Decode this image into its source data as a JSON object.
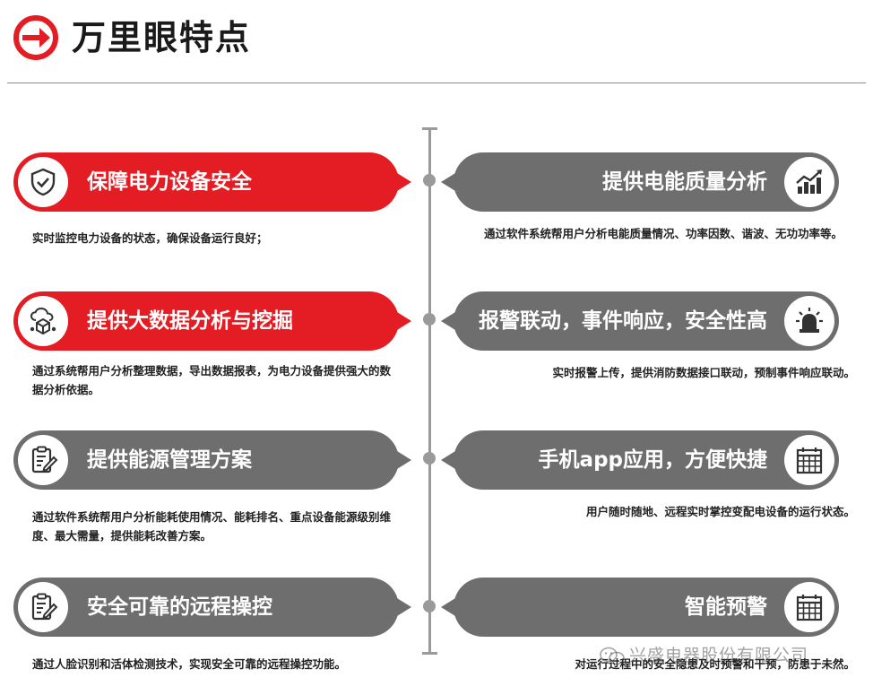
{
  "header": {
    "title": "万里眼特点",
    "icon": "arrow-right-circle-icon",
    "accent_color": "#e31d23"
  },
  "colors": {
    "red": "#e31d23",
    "gray": "#6e6e6e",
    "line": "#9a9a9a"
  },
  "features": {
    "left": [
      {
        "title": "保障电力设备安全",
        "desc": "实时监控电力设备的状态，确保设备运行良好；",
        "icon": "shield-check-icon",
        "color": "red"
      },
      {
        "title": "提供大数据分析与挖掘",
        "desc": "通过系统帮用户分析整理数据，导出数据报表，为电力设备提供强大的数据分析依据。",
        "icon": "cloud-data-icon",
        "color": "red"
      },
      {
        "title": "提供能源管理方案",
        "desc": "通过软件系统帮用户分析能耗使用情况、能耗排名、重点设备能源级别维度、最大需量，提供能耗改善方案。",
        "icon": "clipboard-edit-icon",
        "color": "gray"
      },
      {
        "title": "安全可靠的远程操控",
        "desc": "通过人脸识别和活体检测技术，实现安全可靠的远程操控功能。",
        "icon": "clipboard-edit-icon",
        "color": "gray"
      }
    ],
    "right": [
      {
        "title": "提供电能质量分析",
        "desc": "通过软件系统帮用户分析电能质量情况、功率因数、谐波、无功功率等。",
        "icon": "trend-chart-icon",
        "color": "gray"
      },
      {
        "title": "报警联动，事件响应，安全性高",
        "desc": "实时报警上传，提供消防数据接口联动，预制事件响应联动。",
        "icon": "alarm-light-icon",
        "color": "gray"
      },
      {
        "title": "手机app应用，方便快捷",
        "desc": "用户随时随地、远程实时掌控变配电设备的运行状态。",
        "icon": "calendar-grid-icon",
        "color": "gray"
      },
      {
        "title": "智能预警",
        "desc": "对运行过程中的安全隐患及时预警和干预，防患于未然。",
        "icon": "calendar-grid-icon",
        "color": "gray"
      }
    ]
  },
  "watermark": {
    "text": "兴盛电器股份有限公司",
    "icon": "wechat-icon"
  }
}
